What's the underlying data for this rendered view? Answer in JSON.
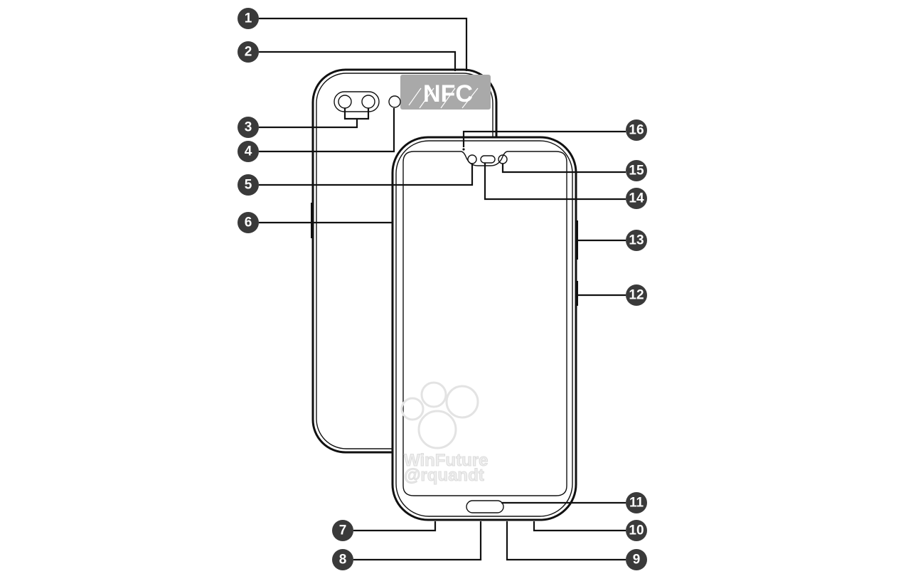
{
  "nfc_label": "NFC",
  "watermark": {
    "line1": "WinFuture",
    "line2": "@rquandt"
  },
  "callouts": [
    "1",
    "2",
    "3",
    "4",
    "5",
    "6",
    "7",
    "8",
    "9",
    "10",
    "11",
    "12",
    "13",
    "14",
    "15",
    "16"
  ],
  "colors": {
    "callout": "#3a3a3a",
    "nfc": "#a9a9a9",
    "outline": "#111111"
  }
}
